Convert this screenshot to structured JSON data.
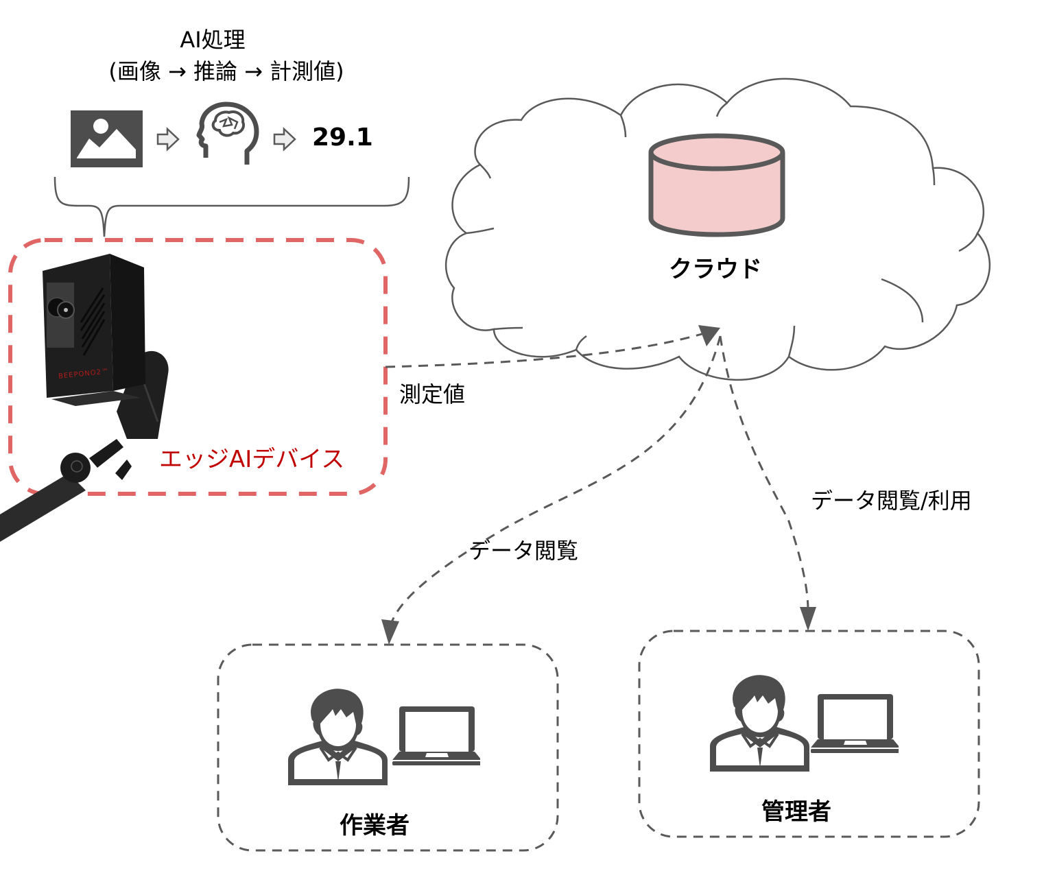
{
  "ai_processing": {
    "title": "AI処理",
    "subtitle": "(画像 → 推論 → 計測値)",
    "steps": [
      {
        "icon": "image-icon"
      },
      {
        "icon": "arrow-right-icon"
      },
      {
        "icon": "brain-head-icon"
      },
      {
        "icon": "arrow-right-icon"
      }
    ],
    "result_value": "29.1"
  },
  "edge_device": {
    "label": "エッジAIデバイス",
    "device_brand": "BEEPONO2™",
    "border_color": "#e06666"
  },
  "cloud": {
    "label": "クラウド",
    "database_fill": "#f4cccc"
  },
  "edges": [
    {
      "from": "edge_device",
      "to": "cloud",
      "label": "測定値"
    },
    {
      "from": "cloud",
      "to": "worker",
      "label": "データ閲覧"
    },
    {
      "from": "cloud",
      "to": "manager",
      "label": "データ閲覧/利用"
    }
  ],
  "actors": {
    "worker": {
      "label": "作業者"
    },
    "manager": {
      "label": "管理者"
    }
  },
  "colors": {
    "stroke": "#595959",
    "icon": "#4d4d4d"
  }
}
